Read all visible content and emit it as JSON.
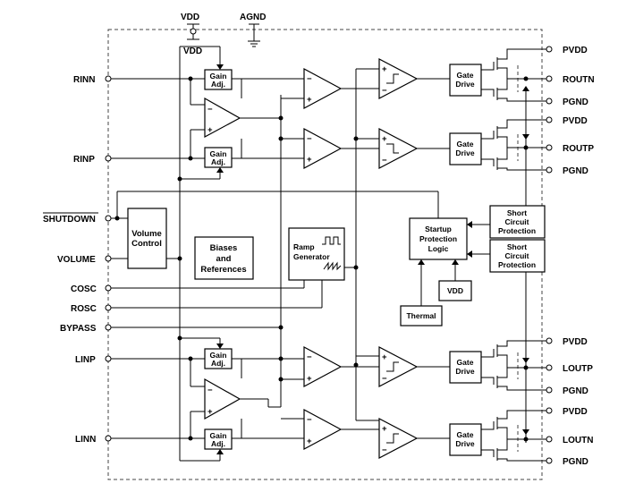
{
  "supply": {
    "vdd": "VDD",
    "agnd": "AGND",
    "vdd_inner": "VDD"
  },
  "left_pins": {
    "rinn": "RINN",
    "rinp": "RINP",
    "shutdown": "SHUTDOWN",
    "volume": "VOLUME",
    "cosc": "COSC",
    "rosc": "ROSC",
    "bypass": "BYPASS",
    "linp": "LINP",
    "linn": "LINN"
  },
  "right_pins": {
    "r_top_pvdd": "PVDD",
    "routn": "ROUTN",
    "r_top_pgnd": "PGND",
    "r_bot_pvdd": "PVDD",
    "routp": "ROUTP",
    "r_bot_pgnd": "PGND",
    "l_top_pvdd": "PVDD",
    "loutp": "LOUTP",
    "l_top_pgnd": "PGND",
    "l_bot_pvdd": "PVDD",
    "loutn": "LOUTN",
    "l_bot_pgnd": "PGND"
  },
  "blocks": {
    "gain_adj": [
      "Gain",
      "Adj."
    ],
    "volume_control": [
      "Volume",
      "Control"
    ],
    "biases": [
      "Biases",
      "and",
      "References"
    ],
    "ramp": [
      "Ramp",
      "Generator"
    ],
    "startup": [
      "Startup",
      "Protection",
      "Logic"
    ],
    "short_circuit": [
      "Short",
      "Circuit",
      "Protection"
    ],
    "vdd_block": "VDD",
    "thermal": "Thermal",
    "gate_drive": [
      "Gate",
      "Drive"
    ]
  },
  "signs": {
    "minus": "−",
    "plus": "+"
  }
}
